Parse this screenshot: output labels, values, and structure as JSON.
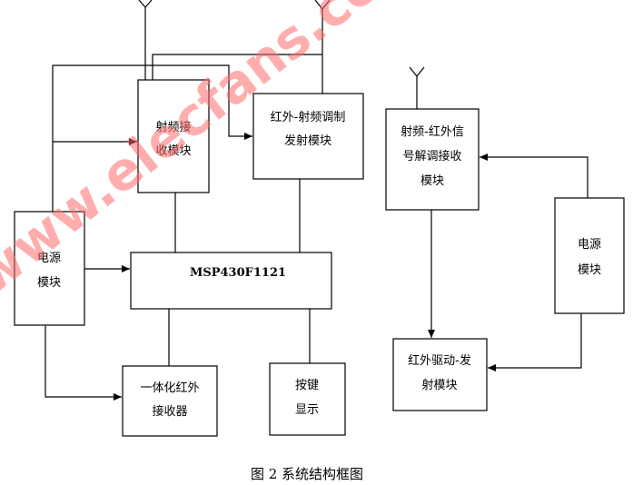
{
  "diagram": {
    "blocks": {
      "rf_rx": [
        "射频接",
        "收模块"
      ],
      "ir_rf_tx": [
        "红外-射频调制",
        "发射模块"
      ],
      "power_left": [
        "电源",
        "模块"
      ],
      "mcu": "MSP430F1121",
      "ir_receiver": [
        "一体化红外",
        "接收器"
      ],
      "keys_display": [
        "按键",
        "显示"
      ],
      "rf_ir_rx": [
        "射频-红外信",
        "号解调接收",
        "模块"
      ],
      "power_right": [
        "电源",
        "模块"
      ],
      "ir_driver_tx": [
        "红外驱动-发",
        "射模块"
      ]
    },
    "caption": "图 2 系统结构框图",
    "watermark": "www.elecfans.com"
  }
}
